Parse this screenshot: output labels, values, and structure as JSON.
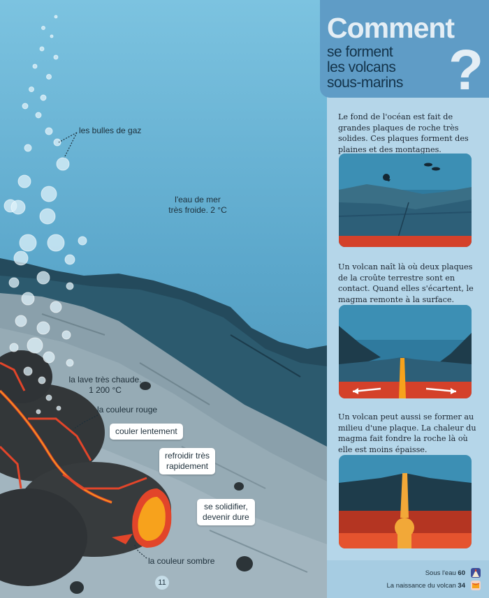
{
  "title": {
    "main": "Comment",
    "lines": [
      "se forment",
      "les volcans",
      "sous-marins"
    ],
    "mark": "?"
  },
  "labels": {
    "bubbles": "les bulles de gaz",
    "water_line1": "l'eau de mer",
    "water_line2": "très froide. 2 °C",
    "lava_line1": "la lave très chaude.",
    "lava_line2": "1 200 °C",
    "red": "la couleur rouge",
    "dark": "la couleur sombre"
  },
  "tags": {
    "slow": "couler lentement",
    "cool_line1": "refroidir très",
    "cool_line2": "rapidement",
    "solid_line1": "se solidifier,",
    "solid_line2": "devenir dure"
  },
  "paragraphs": [
    "Le fond de l'océan est fait de grandes plaques de roche très solides. Ces plaques forment des plaines et des montagnes.",
    "Un volcan naît là où deux plaques de la croûte terrestre sont en contact. Quand elles s'écartent, le magma remonte à la surface.",
    "Un volcan peut aussi se former au milieu d'une plaque. La chaleur du magma fait fondre la roche là où elle est moins épaisse."
  ],
  "page_number": "11",
  "footer": {
    "link1_text": "Sous l'eau",
    "link1_page": "60",
    "link2_text": "La naissance du volcan",
    "link2_page": "34"
  },
  "icons": [
    "volcano-icon",
    "book-icon"
  ],
  "colors": {
    "sea": "#6fb9d9",
    "side_panel": "#b5d6e9",
    "title_box": "#5f9cc6",
    "lava_red": "#e2452a",
    "lava_orange": "#f7a21c",
    "rock_dark": "#2f3336"
  }
}
